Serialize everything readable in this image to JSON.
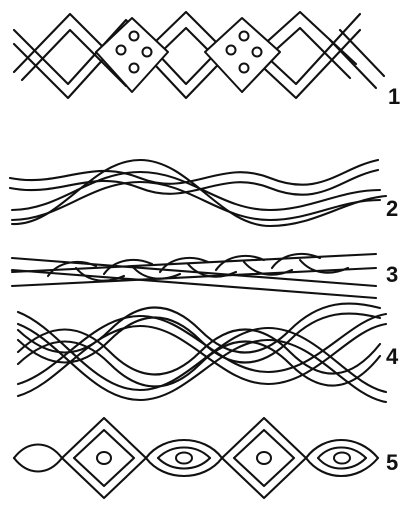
{
  "figure": {
    "line_color": "#111111",
    "background": "#ffffff",
    "bands": [
      {
        "number": "1",
        "pattern": "diamond-lattice-with-dot-panels"
      },
      {
        "number": "2",
        "pattern": "two-strand-twist"
      },
      {
        "number": "3",
        "pattern": "tight-rope-twist"
      },
      {
        "number": "4",
        "pattern": "interlaced-plait"
      },
      {
        "number": "5",
        "pattern": "diamonds-and-eyes"
      }
    ]
  }
}
